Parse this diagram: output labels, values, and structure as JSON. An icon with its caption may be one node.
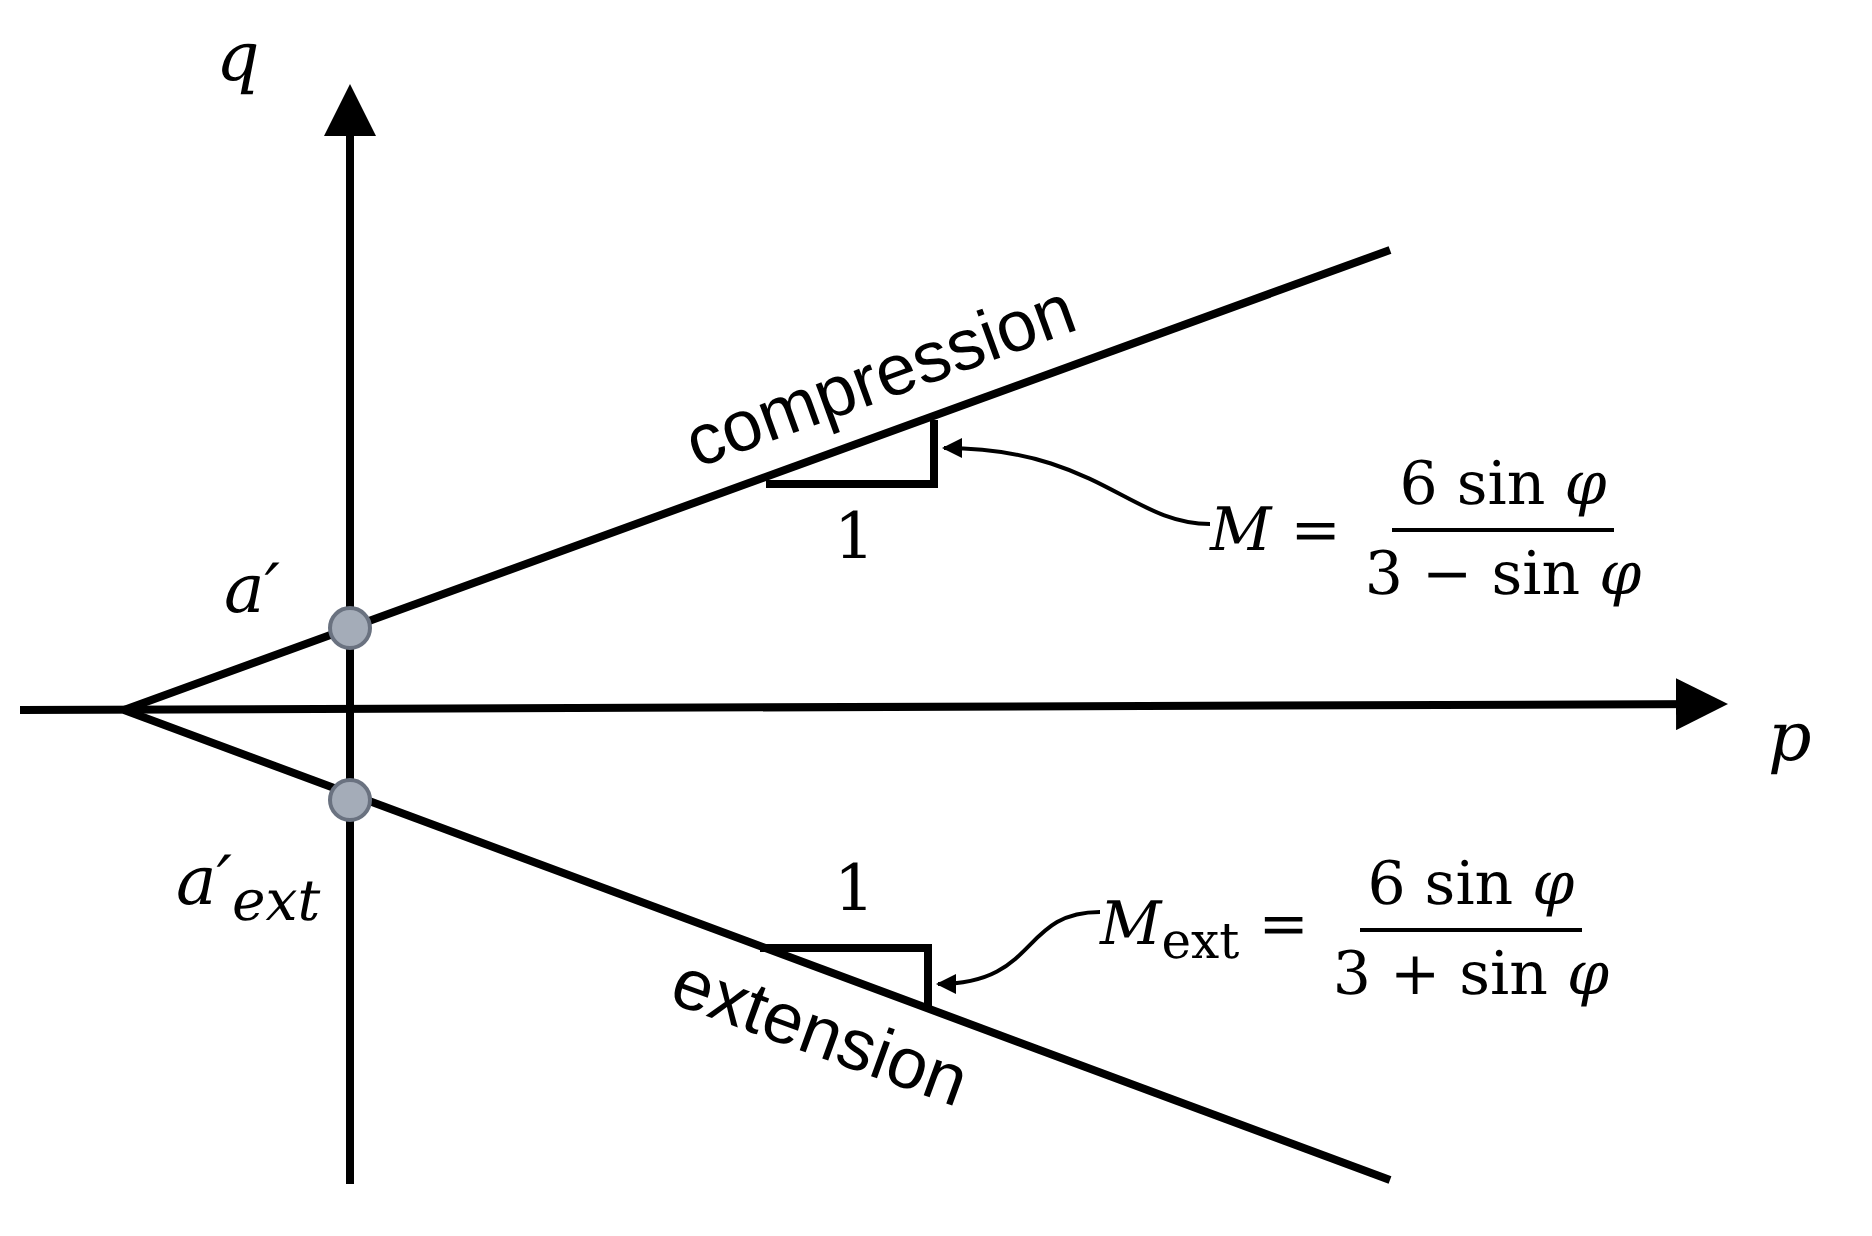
{
  "diagram": {
    "nodes": [
      {
        "text": [
          "*M* =",
          "6 sin *φ*",
          "3 − sin *φ*"
        ]
      },
      {
        "text": [],
        "shape": "triangle",
        "beside": [
          "1"
        ]
      },
      {
        "text": [
          "*M*$_{ext}$ =",
          "6 sin *φ*",
          "3 + sin *φ*"
        ]
      },
      {
        "text": [],
        "shape": "triangle",
        "beside": [
          "1"
        ]
      }
    ],
    "edges": [
      {
        "from": 0,
        "to": 1,
        "arrow": "to"
      },
      {
        "from": 2,
        "to": 3,
        "arrow": "to"
      }
    ],
    "labels": [
      "q",
      "compression",
      "a′",
      "p",
      "a′$_{ext}$",
      "extension"
    ]
  }
}
